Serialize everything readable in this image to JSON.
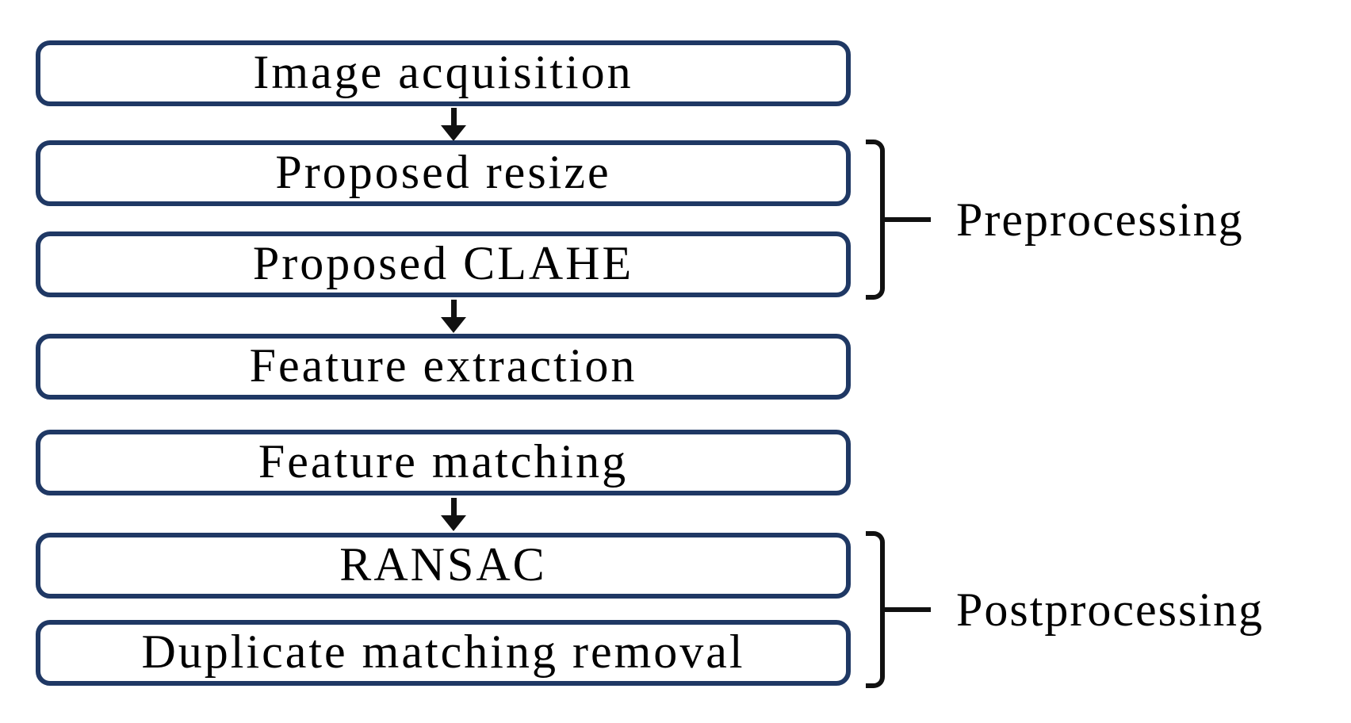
{
  "diagram": {
    "type": "flowchart",
    "background_color": "#ffffff",
    "box_border_color": "#1f3864",
    "text_color": "#000000",
    "connector_color": "#111111",
    "boxes": [
      {
        "id": "image-acquisition",
        "label": "Image acquisition"
      },
      {
        "id": "proposed-resize",
        "label": "Proposed resize"
      },
      {
        "id": "proposed-clahe",
        "label": "Proposed CLAHE"
      },
      {
        "id": "feature-extraction",
        "label": "Feature extraction"
      },
      {
        "id": "feature-matching",
        "label": "Feature matching"
      },
      {
        "id": "ransac",
        "label": "RANSAC"
      },
      {
        "id": "duplicate-matching-removal",
        "label": "Duplicate matching removal"
      }
    ],
    "arrows": [
      {
        "from": "Image acquisition",
        "to": "Proposed resize"
      },
      {
        "from": "Proposed CLAHE",
        "to": "Feature extraction"
      },
      {
        "from": "Feature matching",
        "to": "RANSAC"
      }
    ],
    "groups": [
      {
        "label": "Preprocessing",
        "covers": [
          "Proposed resize",
          "Proposed CLAHE"
        ]
      },
      {
        "label": "Postprocessing",
        "covers": [
          "RANSAC",
          "Duplicate matching removal"
        ]
      }
    ]
  }
}
